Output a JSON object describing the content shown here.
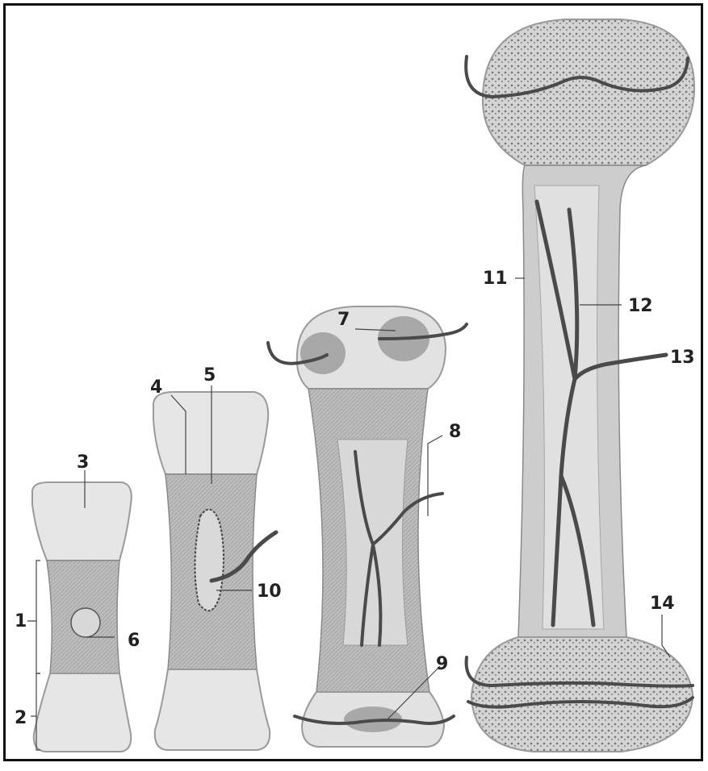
{
  "labels": [
    "1",
    "2",
    "3",
    "4",
    "5",
    "6",
    "7",
    "8",
    "9",
    "10",
    "11",
    "12",
    "13",
    "14"
  ],
  "colors": {
    "cartilage": "#e7e7e7",
    "cartilage_edge": "#9a9a9a",
    "bone_shaft": "#b9b9b9",
    "bone_shaft_light": "#d2d2d2",
    "vessel": "#4a4a4a",
    "spongy": "#c8c8c8",
    "ossification_center": "#9c9c9c"
  }
}
